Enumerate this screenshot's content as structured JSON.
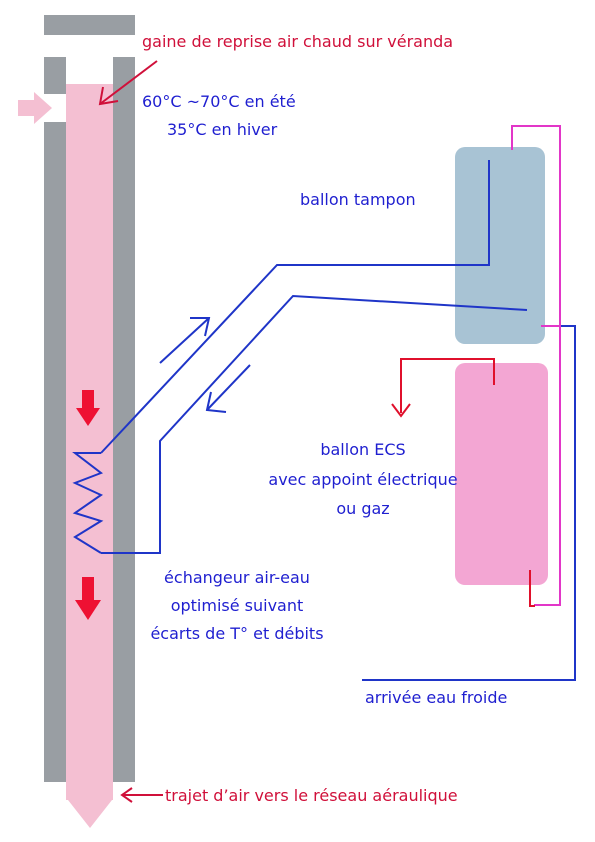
{
  "labels": {
    "gaine": "gaine  de reprise air chaud sur véranda",
    "temp_ete": "60°C ~70°C en été",
    "temp_hiver": "35°C en hiver",
    "ballon_tampon": "ballon tampon",
    "ballon_ecs_1": "ballon ECS",
    "ballon_ecs_2": "avec appoint électrique",
    "ballon_ecs_3": "ou gaz",
    "echangeur_1": "échangeur air-eau",
    "echangeur_2": "optimisé suivant",
    "echangeur_3": "écarts de T° et débits",
    "arrivee_eau": "arrivée eau froide",
    "trajet_air": "trajet d’air vers le réseau aéraulique"
  },
  "colors": {
    "duct_wall": "#999ea3",
    "air_flow": "#f4bfd2",
    "buffer_tank": "#a8c3d4",
    "ecs_tank": "#f3a6d3",
    "pipe_blue": "#1f35c8",
    "pipe_red": "#e0102c",
    "pipe_magenta": "#e236c8",
    "arrow_red": "#ee1133",
    "text_red": "#d0103a",
    "text_blue": "#1f1fd0"
  }
}
